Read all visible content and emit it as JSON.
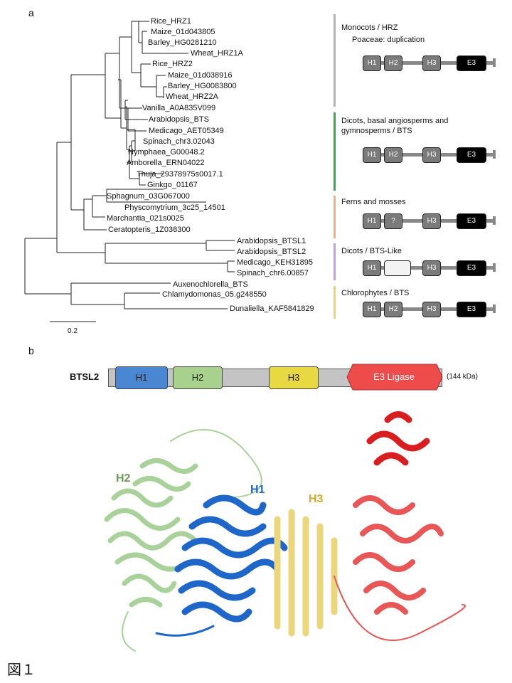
{
  "panel_a_label": "a",
  "panel_b_label": "b",
  "tree": {
    "leaves": [
      "Rice_HRZ1",
      "Maize_01d043805",
      "Barley_HG0281210",
      "Wheat_HRZ1A",
      "Rice_HRZ2",
      "Maize_01d038916",
      "Barley_HG0083800",
      "Wheat_HRZ2A",
      "Vanilla_A0A835V099",
      "Arabidopsis_BTS",
      "Medicago_AET05349",
      "Spinach_chr3.02043",
      "Nymphaea_G00048.2",
      "Amborella_ERN04022",
      "Thuja_29378975s0017.1",
      "Ginkgo_01167",
      "Sphagnum_03G067000",
      "Physcomytrium_3c25_14501",
      "Marchantia_021s0025",
      "Ceratopteris_1Z038300",
      "Arabidopsis_BTSL1",
      "Arabidopsis_BTSL2",
      "Medicago_KEH31895",
      "Spinach_chr6.00857",
      "Auxenochlorella_BTS",
      "Chlamydomonas_05.g248550",
      "Dunaliella_KAF5841829"
    ],
    "scale_label": "0.2"
  },
  "groups": [
    {
      "title": "Monocots / HRZ",
      "subtitle": "Poaceae: duplication",
      "color": "#b3b3b3",
      "domains": [
        "H1",
        "H2",
        "H3",
        "E3"
      ]
    },
    {
      "title": "Dicots, basal angiosperms and gymnosperms / BTS",
      "subtitle": "",
      "color": "#2eae4e",
      "domains": [
        "H1",
        "H2",
        "H3",
        "E3"
      ]
    },
    {
      "title": "Ferns and mosses",
      "subtitle": "",
      "color": "#f0b07a",
      "domains": [
        "H1",
        "?",
        "H3",
        "E3"
      ]
    },
    {
      "title": "Dicots / BTS-Like",
      "subtitle": "",
      "color": "#c79be8",
      "domains": [
        "H1",
        "",
        "H3",
        "E3"
      ]
    },
    {
      "title": "Chlorophytes / BTS",
      "subtitle": "",
      "color": "#f2d36b",
      "domains": [
        "H1",
        "H2",
        "H3",
        "E3"
      ]
    }
  ],
  "btsl2": {
    "name": "BTSL2",
    "domains": [
      {
        "label": "H1",
        "color": "#4a86d2"
      },
      {
        "label": "H2",
        "color": "#a8d18d"
      },
      {
        "label": "H3",
        "color": "#e8d842"
      },
      {
        "label": "E3 Ligase",
        "color": "#ee4b4b"
      }
    ],
    "mass": "(144 kDa)"
  },
  "structure_labels": {
    "h2": {
      "text": "H2",
      "color": "#6d9a55"
    },
    "h1": {
      "text": "H1",
      "color": "#1f66c9"
    },
    "h3": {
      "text": "H3",
      "color": "#d2a92a"
    }
  },
  "footer": "図１"
}
